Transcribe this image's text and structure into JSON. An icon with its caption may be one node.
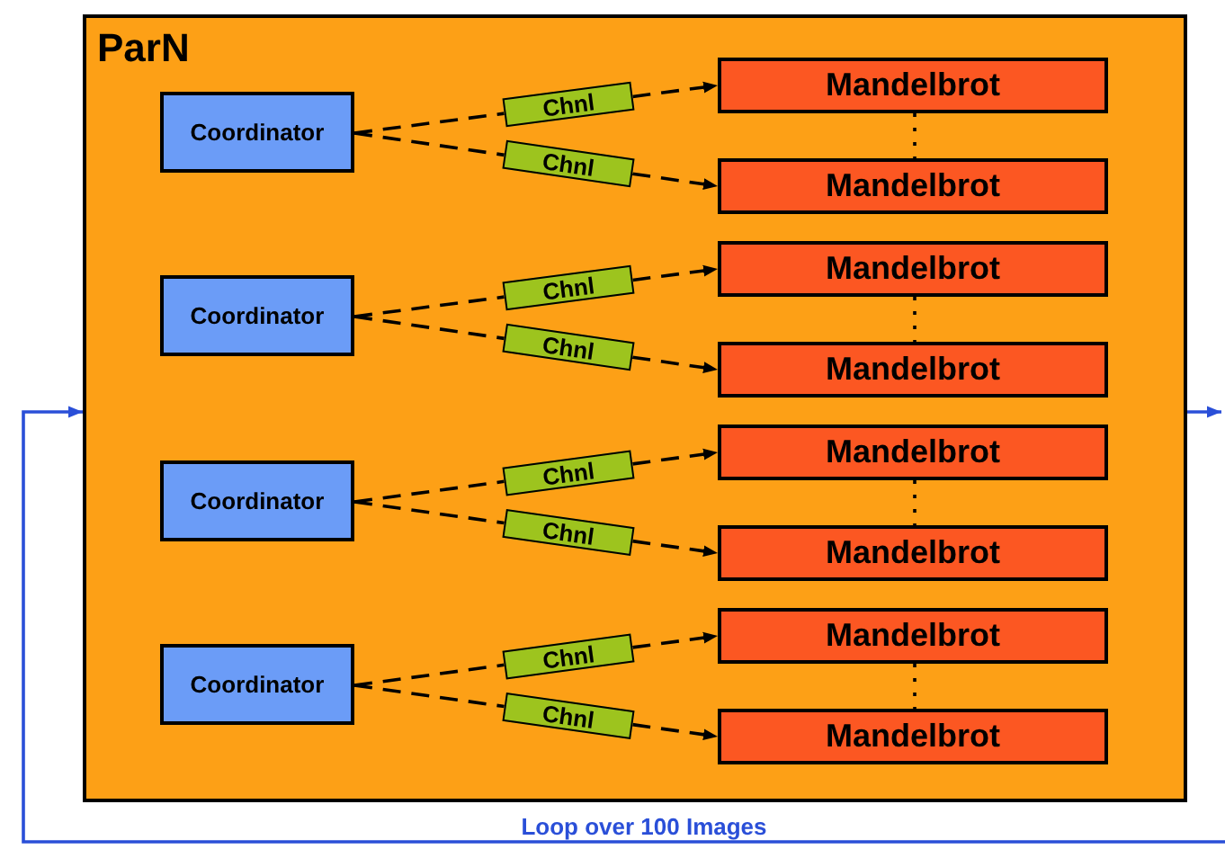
{
  "diagram": {
    "nodes": [
      {
        "text": [
          "ParN"
        ]
      },
      {
        "text": [
          "Coordinator"
        ],
        "in": 0
      },
      {
        "text": [
          "Chnl"
        ],
        "in": 0
      },
      {
        "text": [
          "Chnl"
        ],
        "in": 0
      },
      {
        "text": [
          "Mandelbrot"
        ],
        "in": 0
      },
      {
        "text": [
          "Mandelbrot"
        ],
        "in": 0
      },
      {
        "text": [
          "Coordinator"
        ],
        "in": 0
      },
      {
        "text": [
          "Chnl"
        ],
        "in": 0
      },
      {
        "text": [
          "Chnl"
        ],
        "in": 0
      },
      {
        "text": [
          "Mandelbrot"
        ],
        "in": 0
      },
      {
        "text": [
          "Mandelbrot"
        ],
        "in": 0
      },
      {
        "text": [
          "Coordinator"
        ],
        "in": 0
      },
      {
        "text": [
          "Chnl"
        ],
        "in": 0
      },
      {
        "text": [
          "Chnl"
        ],
        "in": 0
      },
      {
        "text": [
          "Mandelbrot"
        ],
        "in": 0
      },
      {
        "text": [
          "Mandelbrot"
        ],
        "in": 0
      },
      {
        "text": [
          "Coordinator"
        ],
        "in": 0
      },
      {
        "text": [
          "Chnl"
        ],
        "in": 0
      },
      {
        "text": [
          "Chnl"
        ],
        "in": 0
      },
      {
        "text": [
          "Mandelbrot"
        ],
        "in": 0
      },
      {
        "text": [
          "Mandelbrot"
        ],
        "in": 0
      }
    ],
    "edges": [
      {
        "from": 1,
        "to": 2,
        "arrow": "none",
        "style": "dashed"
      },
      {
        "from": 2,
        "to": 4,
        "arrow": "to",
        "style": "dashed"
      },
      {
        "from": 1,
        "to": 3,
        "arrow": "none",
        "style": "dashed"
      },
      {
        "from": 3,
        "to": 5,
        "arrow": "to",
        "style": "dashed"
      },
      {
        "from": 4,
        "to": 5,
        "arrow": "none",
        "style": "dashed"
      },
      {
        "from": 6,
        "to": 7,
        "arrow": "none",
        "style": "dashed"
      },
      {
        "from": 7,
        "to": 9,
        "arrow": "to",
        "style": "dashed"
      },
      {
        "from": 6,
        "to": 8,
        "arrow": "none",
        "style": "dashed"
      },
      {
        "from": 8,
        "to": 10,
        "arrow": "to",
        "style": "dashed"
      },
      {
        "from": 9,
        "to": 10,
        "arrow": "none",
        "style": "dashed"
      },
      {
        "from": 11,
        "to": 12,
        "arrow": "none",
        "style": "dashed"
      },
      {
        "from": 12,
        "to": 14,
        "arrow": "to",
        "style": "dashed"
      },
      {
        "from": 11,
        "to": 13,
        "arrow": "none",
        "style": "dashed"
      },
      {
        "from": 13,
        "to": 15,
        "arrow": "to",
        "style": "dashed"
      },
      {
        "from": 14,
        "to": 15,
        "arrow": "none",
        "style": "dashed"
      },
      {
        "from": 16,
        "to": 17,
        "arrow": "none",
        "style": "dashed"
      },
      {
        "from": 17,
        "to": 19,
        "arrow": "to",
        "style": "dashed"
      },
      {
        "from": 16,
        "to": 18,
        "arrow": "none",
        "style": "dashed"
      },
      {
        "from": 18,
        "to": 20,
        "arrow": "to",
        "style": "dashed"
      },
      {
        "from": 19,
        "to": 20,
        "arrow": "none",
        "style": "dashed"
      },
      {
        "from": 0,
        "to": null,
        "arrow": "to",
        "color": "#2a4fd8"
      },
      {
        "from": null,
        "to": 0,
        "arrow": "to",
        "color": "#2a4fd8",
        "label": "Loop over 100 Images"
      }
    ]
  }
}
